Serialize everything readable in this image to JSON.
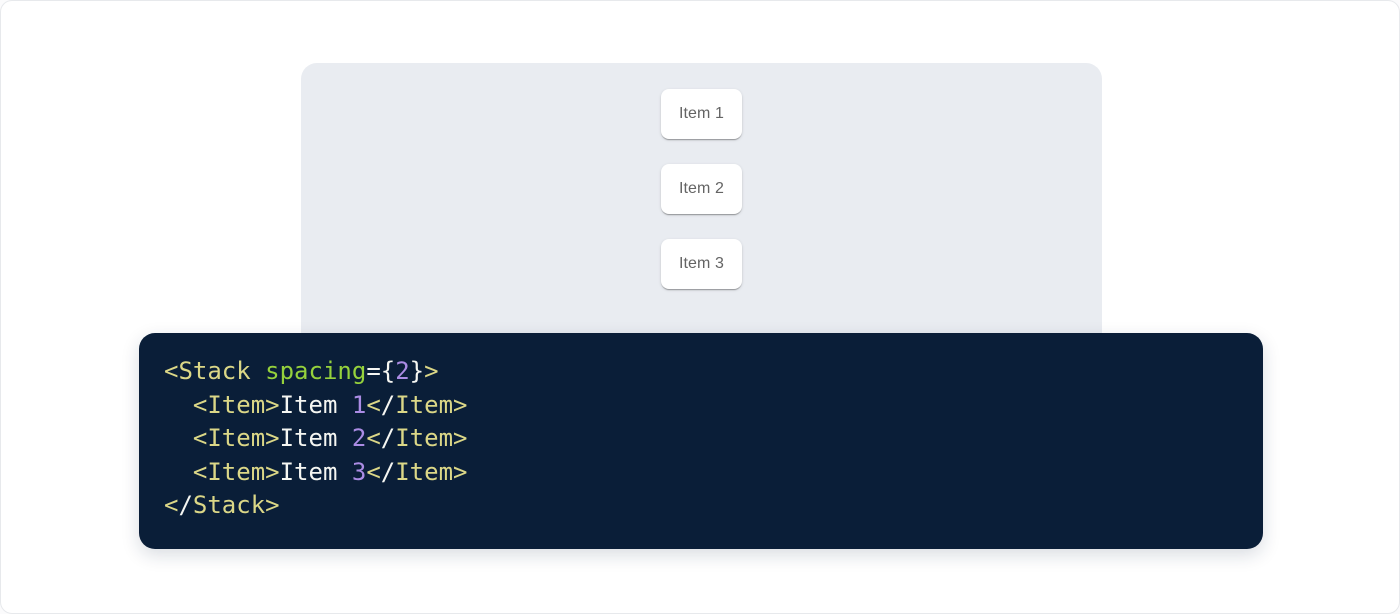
{
  "demo": {
    "component": "Stack",
    "items": [
      {
        "label": "Item 1"
      },
      {
        "label": "Item 2"
      },
      {
        "label": "Item 3"
      }
    ]
  },
  "code_block": {
    "language": "jsx",
    "plain_text": "<Stack spacing={2}>\n  <Item>Item 1</Item>\n  <Item>Item 2</Item>\n  <Item>Item 3</Item>\n</Stack>",
    "lines": [
      [
        {
          "text": "<Stack",
          "color": "tag"
        },
        {
          "text": " ",
          "color": "plain"
        },
        {
          "text": "spacing",
          "color": "attr"
        },
        {
          "text": "={",
          "color": "plain"
        },
        {
          "text": "2",
          "color": "num"
        },
        {
          "text": "}",
          "color": "plain"
        },
        {
          "text": ">",
          "color": "tag"
        }
      ],
      [
        {
          "text": "  ",
          "color": "plain"
        },
        {
          "text": "<Item>",
          "color": "tag"
        },
        {
          "text": "Item ",
          "color": "plain"
        },
        {
          "text": "1",
          "color": "num"
        },
        {
          "text": "<",
          "color": "tag"
        },
        {
          "text": "/",
          "color": "plain"
        },
        {
          "text": "Item>",
          "color": "tag"
        }
      ],
      [
        {
          "text": "  ",
          "color": "plain"
        },
        {
          "text": "<Item>",
          "color": "tag"
        },
        {
          "text": "Item ",
          "color": "plain"
        },
        {
          "text": "2",
          "color": "num"
        },
        {
          "text": "<",
          "color": "tag"
        },
        {
          "text": "/",
          "color": "plain"
        },
        {
          "text": "Item>",
          "color": "tag"
        }
      ],
      [
        {
          "text": "  ",
          "color": "plain"
        },
        {
          "text": "<Item>",
          "color": "tag"
        },
        {
          "text": "Item ",
          "color": "plain"
        },
        {
          "text": "3",
          "color": "num"
        },
        {
          "text": "<",
          "color": "tag"
        },
        {
          "text": "/",
          "color": "plain"
        },
        {
          "text": "Item>",
          "color": "tag"
        }
      ],
      [
        {
          "text": "<",
          "color": "tag"
        },
        {
          "text": "/",
          "color": "plain"
        },
        {
          "text": "Stack>",
          "color": "tag"
        }
      ]
    ],
    "token_colors": {
      "tag": "#dbd787",
      "attr": "#95d13c",
      "num": "#ab8ce4",
      "plain": "#f5f6f2"
    }
  },
  "colors": {
    "page_background": "#ffffff",
    "page_border": "#e7e9ec",
    "demo_panel_background": "#e9ecf1",
    "item_card_background": "#ffffff",
    "item_card_text": "#646464",
    "code_background": "#0a1e38"
  }
}
